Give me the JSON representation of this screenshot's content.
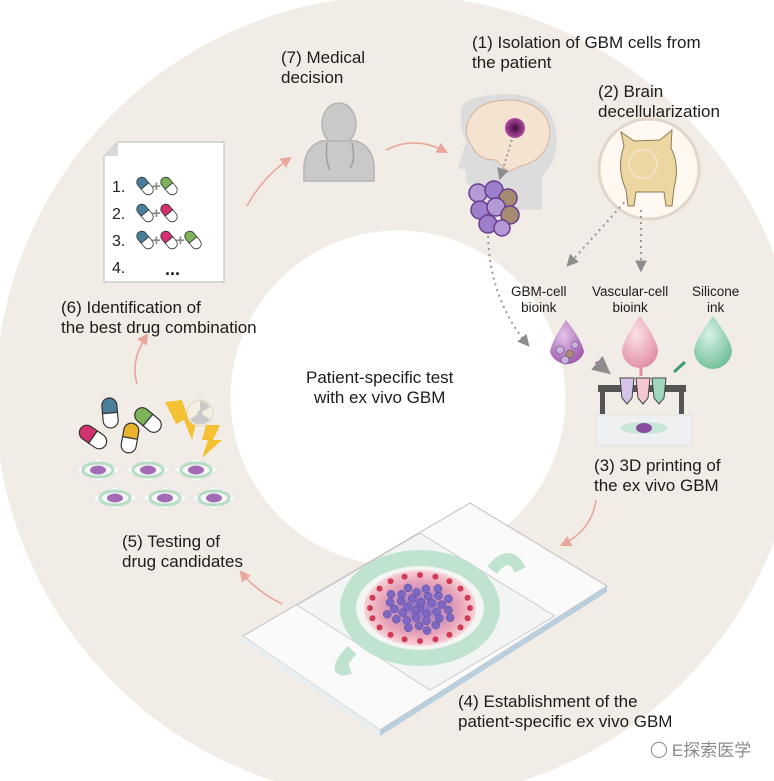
{
  "figure": {
    "center_label": [
      "Patient-specific test",
      "with ex vivo GBM"
    ],
    "ring_color": "#f2ece7",
    "arrow_color": "#e8a79a",
    "steps": [
      {
        "id": 1,
        "lines": [
          "(1) Isolation of GBM cells from",
          "the patient"
        ]
      },
      {
        "id": 2,
        "lines": [
          "(2) Brain",
          "decellularization"
        ]
      },
      {
        "id": 3,
        "lines": [
          "(3) 3D printing of",
          "the ex vivo GBM"
        ]
      },
      {
        "id": 4,
        "lines": [
          "(4) Establishment of the",
          "patient-specific ex vivo GBM"
        ]
      },
      {
        "id": 5,
        "lines": [
          "(5) Testing of",
          "drug candidates"
        ]
      },
      {
        "id": 6,
        "lines": [
          "(6) Identification of",
          "the best drug combination"
        ]
      },
      {
        "id": 7,
        "lines": [
          "(7) Medical",
          "decision"
        ]
      }
    ],
    "inks": [
      {
        "lines": [
          "GBM-cell",
          "bioink"
        ],
        "color": "#b978c2"
      },
      {
        "lines": [
          "Vascular-cell",
          "bioink"
        ],
        "color": "#eda3b3"
      },
      {
        "lines": [
          "Silicone",
          "ink"
        ],
        "color": "#8fd1b1"
      }
    ],
    "drug_list": {
      "rows": [
        {
          "num": "1.",
          "pills": [
            "#4a7f9c",
            "#7cb35a"
          ]
        },
        {
          "num": "2.",
          "pills": [
            "#4a7f9c",
            "#d1316e"
          ]
        },
        {
          "num": "3.",
          "pills": [
            "#4a7f9c",
            "#d1316e",
            "#7cb35a"
          ]
        },
        {
          "num": "4.",
          "ellipsis": "..."
        }
      ]
    },
    "test_pills": [
      "#d1316e",
      "#4a7f9c",
      "#e8b22e",
      "#7cb35a"
    ],
    "icons": [
      "doctor-icon",
      "patient-head-brain-icon",
      "pig-icon",
      "bioprinter-icon",
      "radiation-icon",
      "lightning-icon",
      "document-icon",
      "chip-device-icon"
    ]
  },
  "watermark": {
    "text": "E探索医学",
    "icon": "wechat-icon"
  }
}
